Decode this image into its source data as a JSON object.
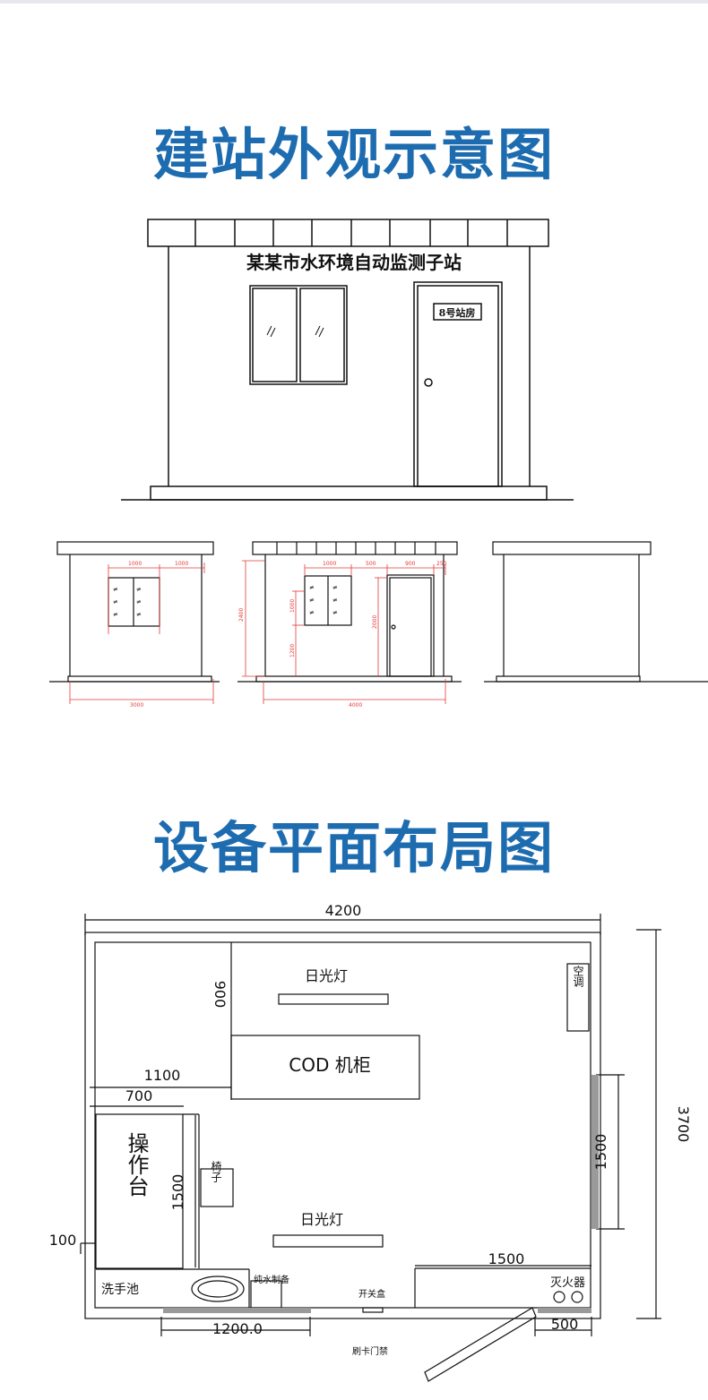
{
  "colors": {
    "heading": "#1e6cb0",
    "line": "#111111",
    "dimension": "#e23a3a",
    "hatch": "#777777"
  },
  "section1": {
    "heading": "建站外观示意图",
    "front": {
      "sign": "某某市水环境自动监测子站",
      "door_plate": "8号站房"
    },
    "side_left": {
      "dims": {
        "top_a": "1000",
        "top_b": "1000",
        "bottom": "3000"
      }
    },
    "side_middle": {
      "dims": {
        "d1": "1000",
        "d2": "500",
        "d3": "900",
        "d4": "250",
        "height": "2400",
        "win_h": "1000",
        "sill": "1200",
        "door_h": "2000",
        "bottom": "4000"
      }
    }
  },
  "section2": {
    "heading": "设备平面布局图",
    "dims": {
      "width": "4200",
      "height": "3700",
      "d900": "900",
      "d1100": "1100",
      "d700": "700",
      "d1500_desk": "1500",
      "d100": "100",
      "d1500_window": "1500",
      "d1500_bottom": "1500",
      "d1200": "1200.0",
      "d500": "500"
    },
    "labels": {
      "lamp_top": "日光灯",
      "cod_cabinet": "COD 机柜",
      "ac": "空调",
      "desk": "操作台",
      "chair": "椅子",
      "lamp_bottom": "日光灯",
      "sink": "洗手池",
      "water": "纯水制备",
      "switch": "开关盒",
      "card_door": "刷卡门禁",
      "extinguisher": "灭火器"
    }
  }
}
